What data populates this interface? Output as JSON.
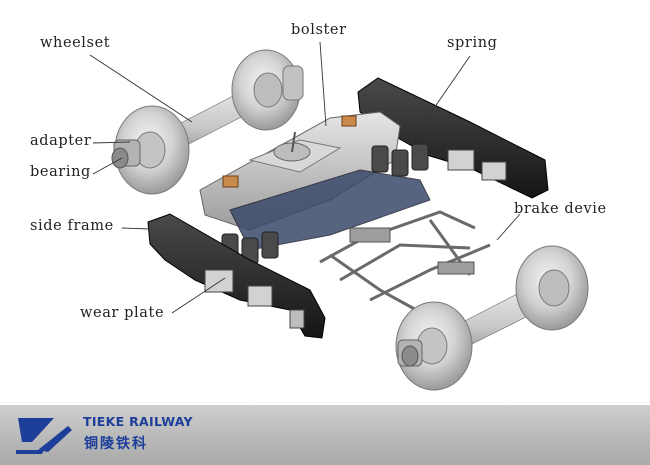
{
  "labels": {
    "wheelset": "wheelset",
    "bolster": "bolster",
    "spring": "spring",
    "adapter": "adapter",
    "bearing": "bearing",
    "side_frame": "side frame",
    "brake_device": "brake devie",
    "wear_plate": "wear plate"
  },
  "footer": {
    "brand_en": "TIEKE RAILWAY",
    "brand_cn": "铜陵铁科"
  },
  "colors": {
    "footer_bg": "#b9b9b9",
    "brand": "#1d3f9a",
    "frame": "#2b2b2b",
    "wheel": "#cfcfcf"
  }
}
